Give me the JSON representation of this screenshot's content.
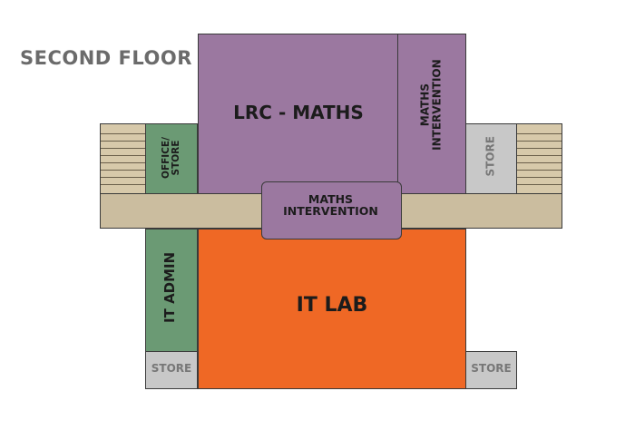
{
  "floor_title": "SECOND FLOOR",
  "rooms": {
    "lrc_maths": "LRC - MATHS",
    "maths_intervention_top": "MATHS INTERVENTION",
    "maths_intervention_center": "MATHS INTERVENTION",
    "office_store": "OFFICE/ STORE",
    "store_right_upper": "STORE",
    "it_admin": "IT ADMIN",
    "it_lab": "IT LAB",
    "store_bottom_left": "STORE",
    "store_bottom_right": "STORE"
  },
  "colors": {
    "purple": "#9b78a0",
    "orange": "#ef6825",
    "green": "#6b9a74",
    "corridor": "#cbbd9f",
    "store_grey": "#c8c8c8",
    "stairs": "#d7c9aa"
  }
}
